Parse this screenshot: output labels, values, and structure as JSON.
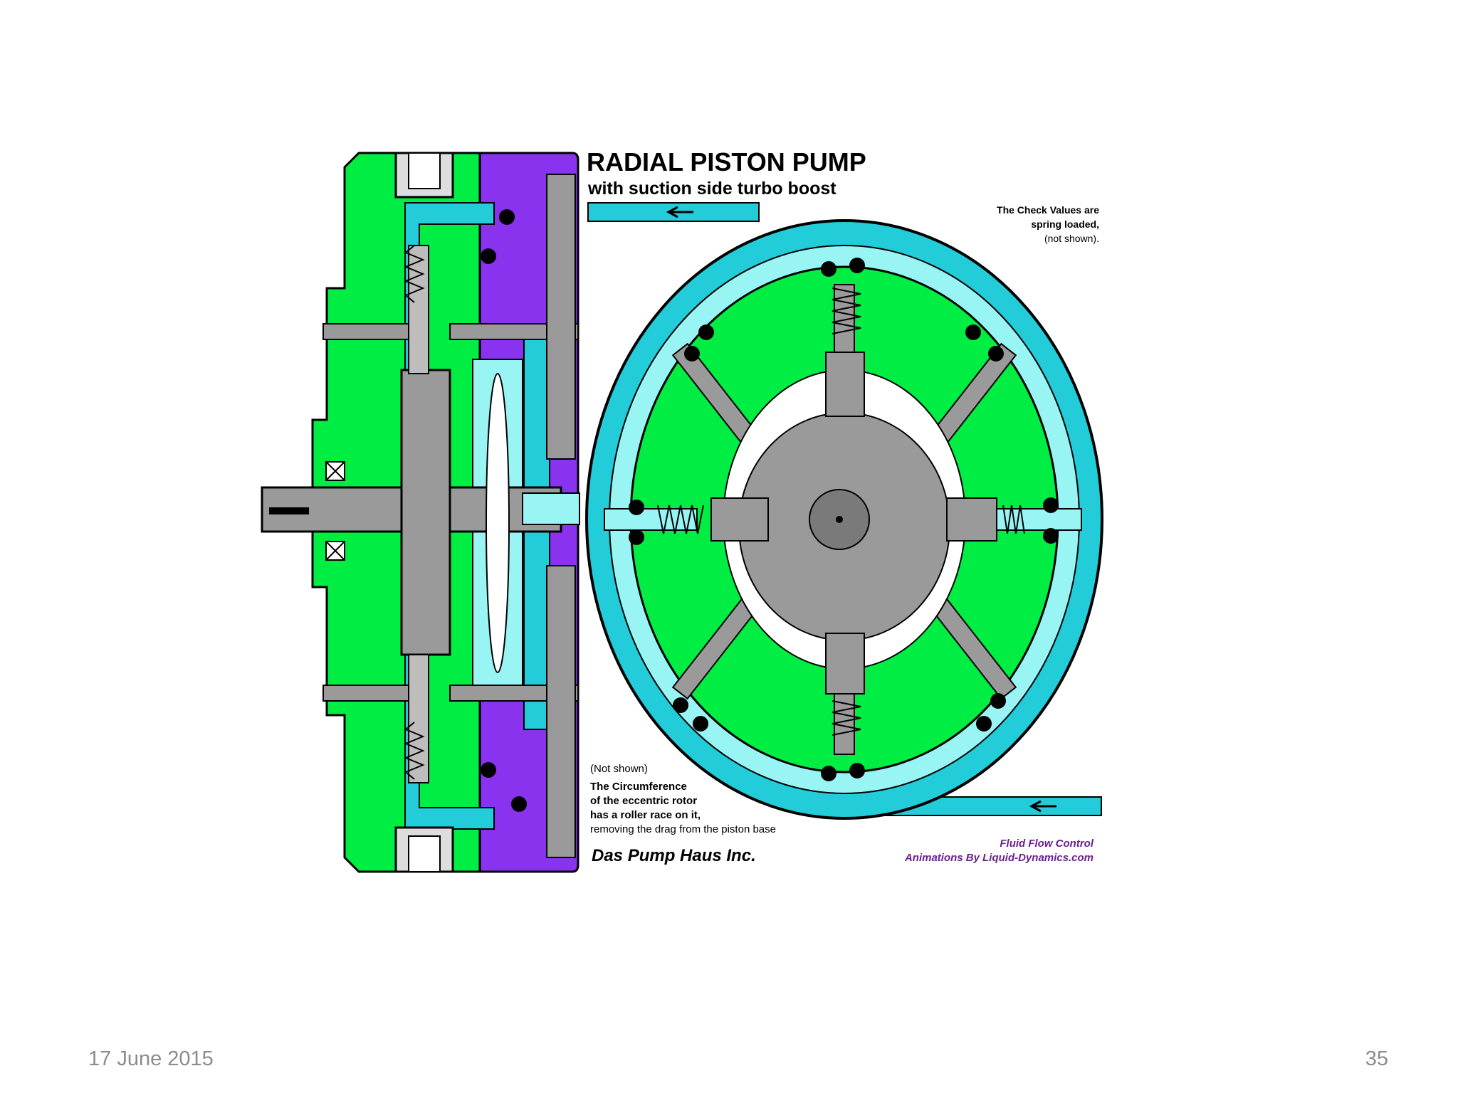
{
  "footer": {
    "date": "17 June 2015",
    "page_number": "35"
  },
  "diagram": {
    "title": "RADIAL PISTON PUMP",
    "subtitle": "with suction side turbo boost",
    "note_check_valves": [
      "The Check Values are",
      "spring loaded,",
      "(not shown)."
    ],
    "note_roller_race": [
      "(Not shown)",
      "The Circumference",
      "of the eccentric rotor",
      "has a roller race on it,",
      "removing the drag from the piston base"
    ],
    "brand": "Das Pump Haus Inc.",
    "credit": [
      "Fluid Flow Control",
      "Animations By Liquid-Dynamics.com"
    ]
  },
  "colors": {
    "housing_green": "#00ee44",
    "flow_cyan": "#22ccd8",
    "light_cyan": "#99f4f4",
    "steel_gray": "#9a9a9a",
    "rotor_gray": "#8c8c8c",
    "impeller_purple": "#8a33ee",
    "ball_black": "#000000"
  }
}
